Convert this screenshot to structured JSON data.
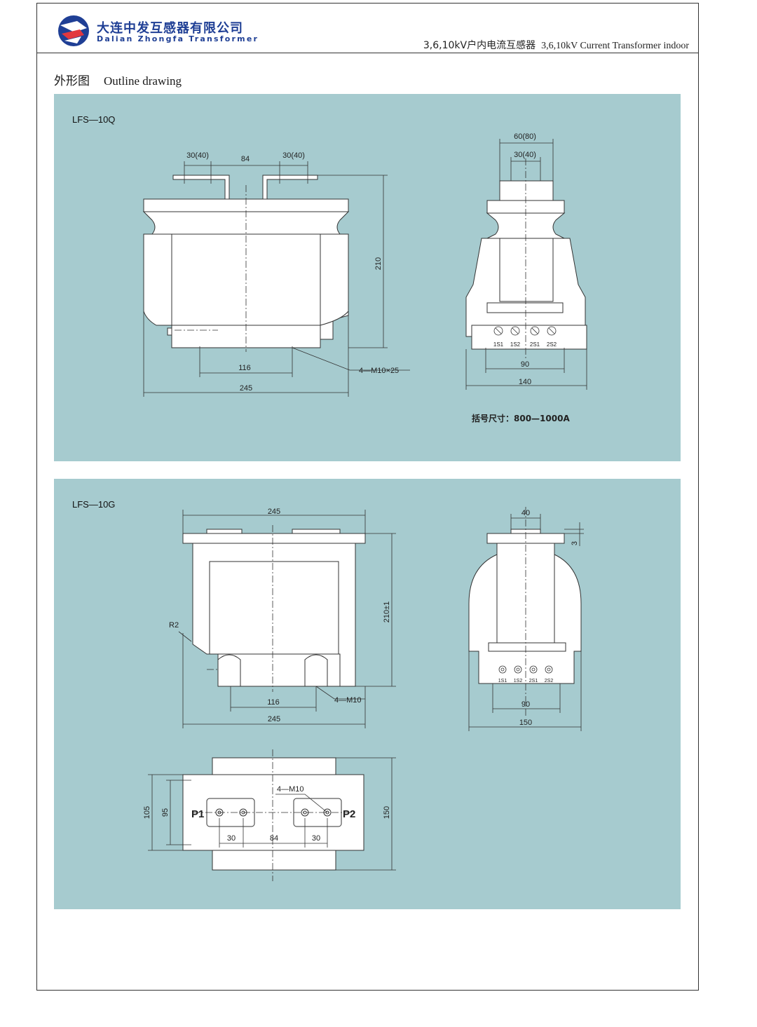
{
  "header": {
    "company_cn": "大连中发互感器有限公司",
    "company_en": "Dalian Zhongfa Transformer",
    "title_cn": "3,6,10kV户内电流互感器",
    "title_en": "3,6,10kV Current Transformer indoor"
  },
  "section": {
    "title_cn": "外形图",
    "title_en": "Outline drawing"
  },
  "panel1": {
    "model": "LFS—10Q",
    "front": {
      "dim_top_left": "30(40)",
      "dim_top_mid": "84",
      "dim_top_right": "30(40)",
      "dim_height": "210",
      "dim_bottom_inner": "116",
      "dim_bottom_total": "245",
      "bolt_label": "4—M10×25"
    },
    "side": {
      "dim_top_outer": "60(80)",
      "dim_top_inner": "30(40)",
      "terminals": [
        "1S1",
        "1S2",
        "2S1",
        "2S2"
      ],
      "dim_terminal_span": "90",
      "dim_base": "140"
    },
    "note": "括号尺寸：800—1000A"
  },
  "panel2": {
    "model": "LFS—10G",
    "front": {
      "dim_top": "245",
      "dim_height": "210±1",
      "radius_label": "R2",
      "dim_bottom_inner": "116",
      "bolt_label": "4—M10",
      "dim_bottom_total": "245"
    },
    "side": {
      "dim_top": "40",
      "dim_small": "3",
      "terminals": [
        "1S1",
        "1S2",
        "2S1",
        "2S2"
      ],
      "dim_terminal_span": "90",
      "dim_base": "150"
    },
    "plan": {
      "dim_left_outer": "105",
      "dim_left_inner": "95",
      "p1": "P1",
      "p2": "P2",
      "bolt_label": "4—M10",
      "dim_left_pad": "30",
      "dim_mid": "84",
      "dim_right_pad": "30",
      "dim_right": "150"
    }
  },
  "colors": {
    "panel_bg": "#a6cbcf",
    "drawing_fill": "#ffffff",
    "line": "#333333",
    "brand": "#1f3f95"
  }
}
